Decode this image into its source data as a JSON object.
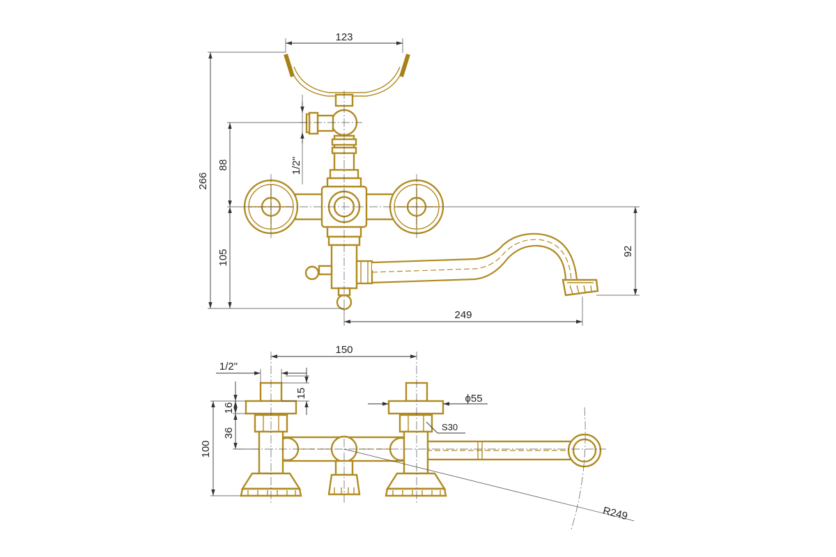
{
  "drawing": {
    "front_view": {
      "dim_holder_width": "123",
      "dim_total_height": "266",
      "dim_upper": "88",
      "dim_thread": "1/2\"",
      "dim_lower": "105",
      "dim_spout_drop": "92",
      "dim_spout_reach": "249"
    },
    "top_view": {
      "dim_center_distance": "150",
      "dim_thread": "1/2\"",
      "dim_cap": "15",
      "dim_knob": "16",
      "dim_body": "36",
      "dim_total": "100",
      "dim_diameter": "ϕ55",
      "dim_wrench": "S30",
      "dim_radius": "R249"
    },
    "colors": {
      "part_outline": "#b08a22",
      "dimension_line": "#333333"
    }
  }
}
